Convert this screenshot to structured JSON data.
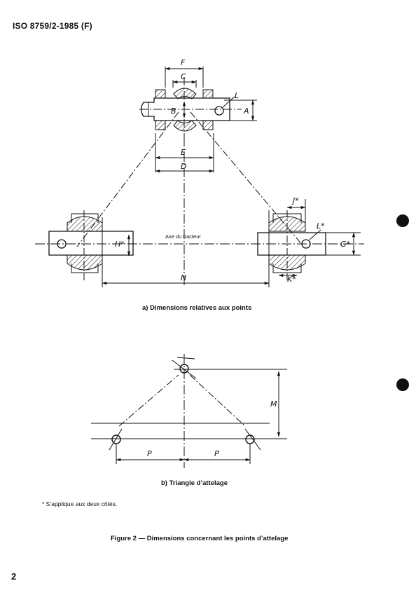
{
  "header": {
    "title": "ISO 8759/2-1985 (F)"
  },
  "figure_a": {
    "caption": "a)   Dimensions relatives aux points",
    "axis_label": "Axe du tracteur",
    "labels": {
      "F": "F",
      "C": "C",
      "B": "B",
      "A": "A",
      "E": "E",
      "D": "D",
      "Lt": "L",
      "H": "H*",
      "J": "J*",
      "Lr": "L*",
      "G": "G*",
      "K": "K*",
      "N": "N"
    }
  },
  "figure_b": {
    "caption": "b)   Triangle d’attelage",
    "labels": {
      "M": "M",
      "P1": "P",
      "P2": "P"
    }
  },
  "footnote": "*  S’applique aux deux côtés.",
  "figure_title": "Figure 2 — Dimensions concernant les points d’attelage",
  "page_number": "2"
}
